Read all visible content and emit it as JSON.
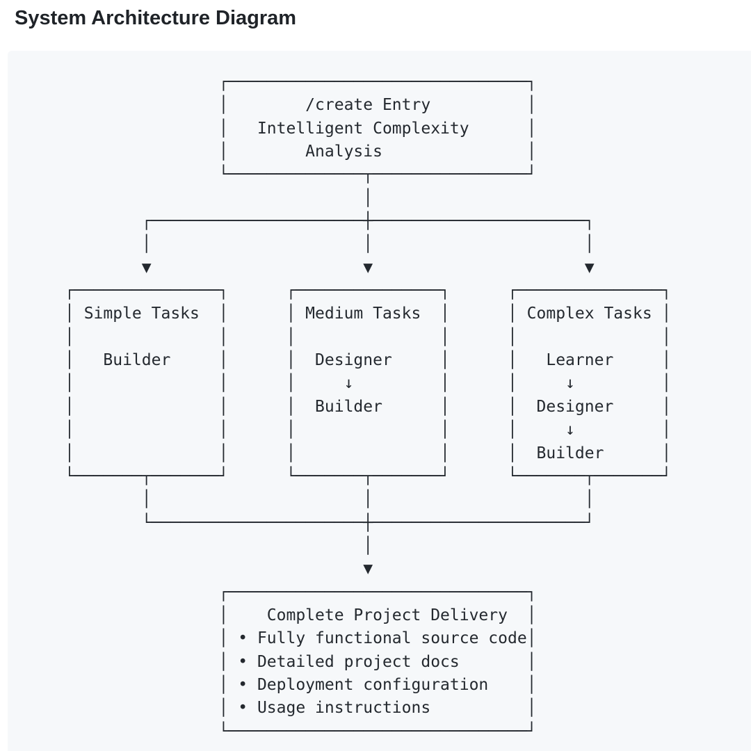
{
  "page": {
    "title": "System Architecture Diagram"
  },
  "colors": {
    "page_background": "#ffffff",
    "panel_background": "#f6f8fa",
    "diagram_ink": "#24292f",
    "title_color": "#1f2328"
  },
  "diagram": {
    "nodes": {
      "entry": {
        "lines": [
          "/create Entry",
          "Intelligent Complexity",
          "Analysis"
        ]
      },
      "branches": [
        {
          "title": "Simple Tasks",
          "flow": [
            "Builder"
          ]
        },
        {
          "title": "Medium Tasks",
          "flow": [
            "Designer",
            "Builder"
          ]
        },
        {
          "title": "Complex Tasks",
          "flow": [
            "Learner",
            "Designer",
            "Builder"
          ]
        }
      ],
      "delivery": {
        "title": "Complete Project Delivery",
        "items": [
          "Fully functional source code",
          "Detailed project docs",
          "Deployment configuration",
          "Usage instructions"
        ]
      }
    },
    "ascii_lines": [
      "                ┌───────────────────────────────┐              ",
      "                │        /create Entry          │              ",
      "                │   Intelligent Complexity      │              ",
      "                │        Analysis               │              ",
      "                └──────────────┬────────────────┘              ",
      "                               │                               ",
      "        ┌──────────────────────┼──────────────────────┐        ",
      "        │                      │                      │        ",
      "        ▼                      ▼                      ▼        ",
      "┌───────────────┐      ┌───────────────┐      ┌───────────────┐",
      "│ Simple Tasks  │      │ Medium Tasks  │      │ Complex Tasks │",
      "│               │      │               │      │               │",
      "│   Builder     │      │  Designer     │      │   Learner     │",
      "│               │      │     ↓         │      │     ↓         │",
      "│               │      │  Builder      │      │  Designer     │",
      "│               │      │               │      │     ↓         │",
      "│               │      │               │      │  Builder      │",
      "└───────┬───────┘      └───────┬───────┘      └───────┬───────┘",
      "        │                      │                      │        ",
      "        └──────────────────────┼──────────────────────┘        ",
      "                               │                               ",
      "                               ▼                               ",
      "                ┌───────────────────────────────┐              ",
      "                │    Complete Project Delivery  │              ",
      "                │ • Fully functional source code│              ",
      "                │ • Detailed project docs       │              ",
      "                │ • Deployment configuration    │              ",
      "                │ • Usage instructions          │              ",
      "                └───────────────────────────────┘              "
    ]
  }
}
